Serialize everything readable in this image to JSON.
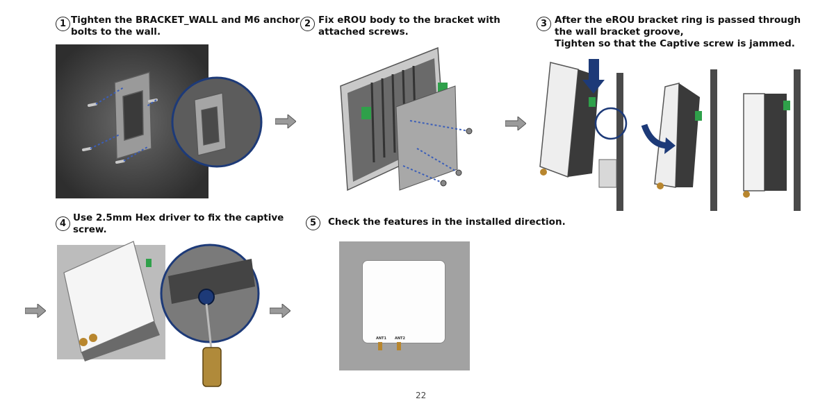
{
  "steps": [
    {
      "num": "1",
      "lines": [
        "Tighten the BRACKET_WALL and M6 anchor",
        "bolts to the wall."
      ]
    },
    {
      "num": "2",
      "lines": [
        "Fix eROU body to the bracket with",
        "attached screws."
      ]
    },
    {
      "num": "3",
      "lines": [
        "After the eROU bracket ring is passed through",
        "the wall bracket groove,",
        "Tighten so that the Captive screw is jammed."
      ]
    },
    {
      "num": "4",
      "lines": [
        "Use 2.5mm Hex driver to fix the captive",
        "screw."
      ]
    },
    {
      "num": "5",
      "lines": [
        "Check the features in the installed direction."
      ]
    }
  ],
  "labels": {
    "ant1": "ANT1",
    "ant2": "ANT2"
  },
  "page_number": "22",
  "colors": {
    "accent_blue": "#1d3a78",
    "arrow_gray": "#9a9a9a",
    "bracket_green": "#2fa04a"
  }
}
